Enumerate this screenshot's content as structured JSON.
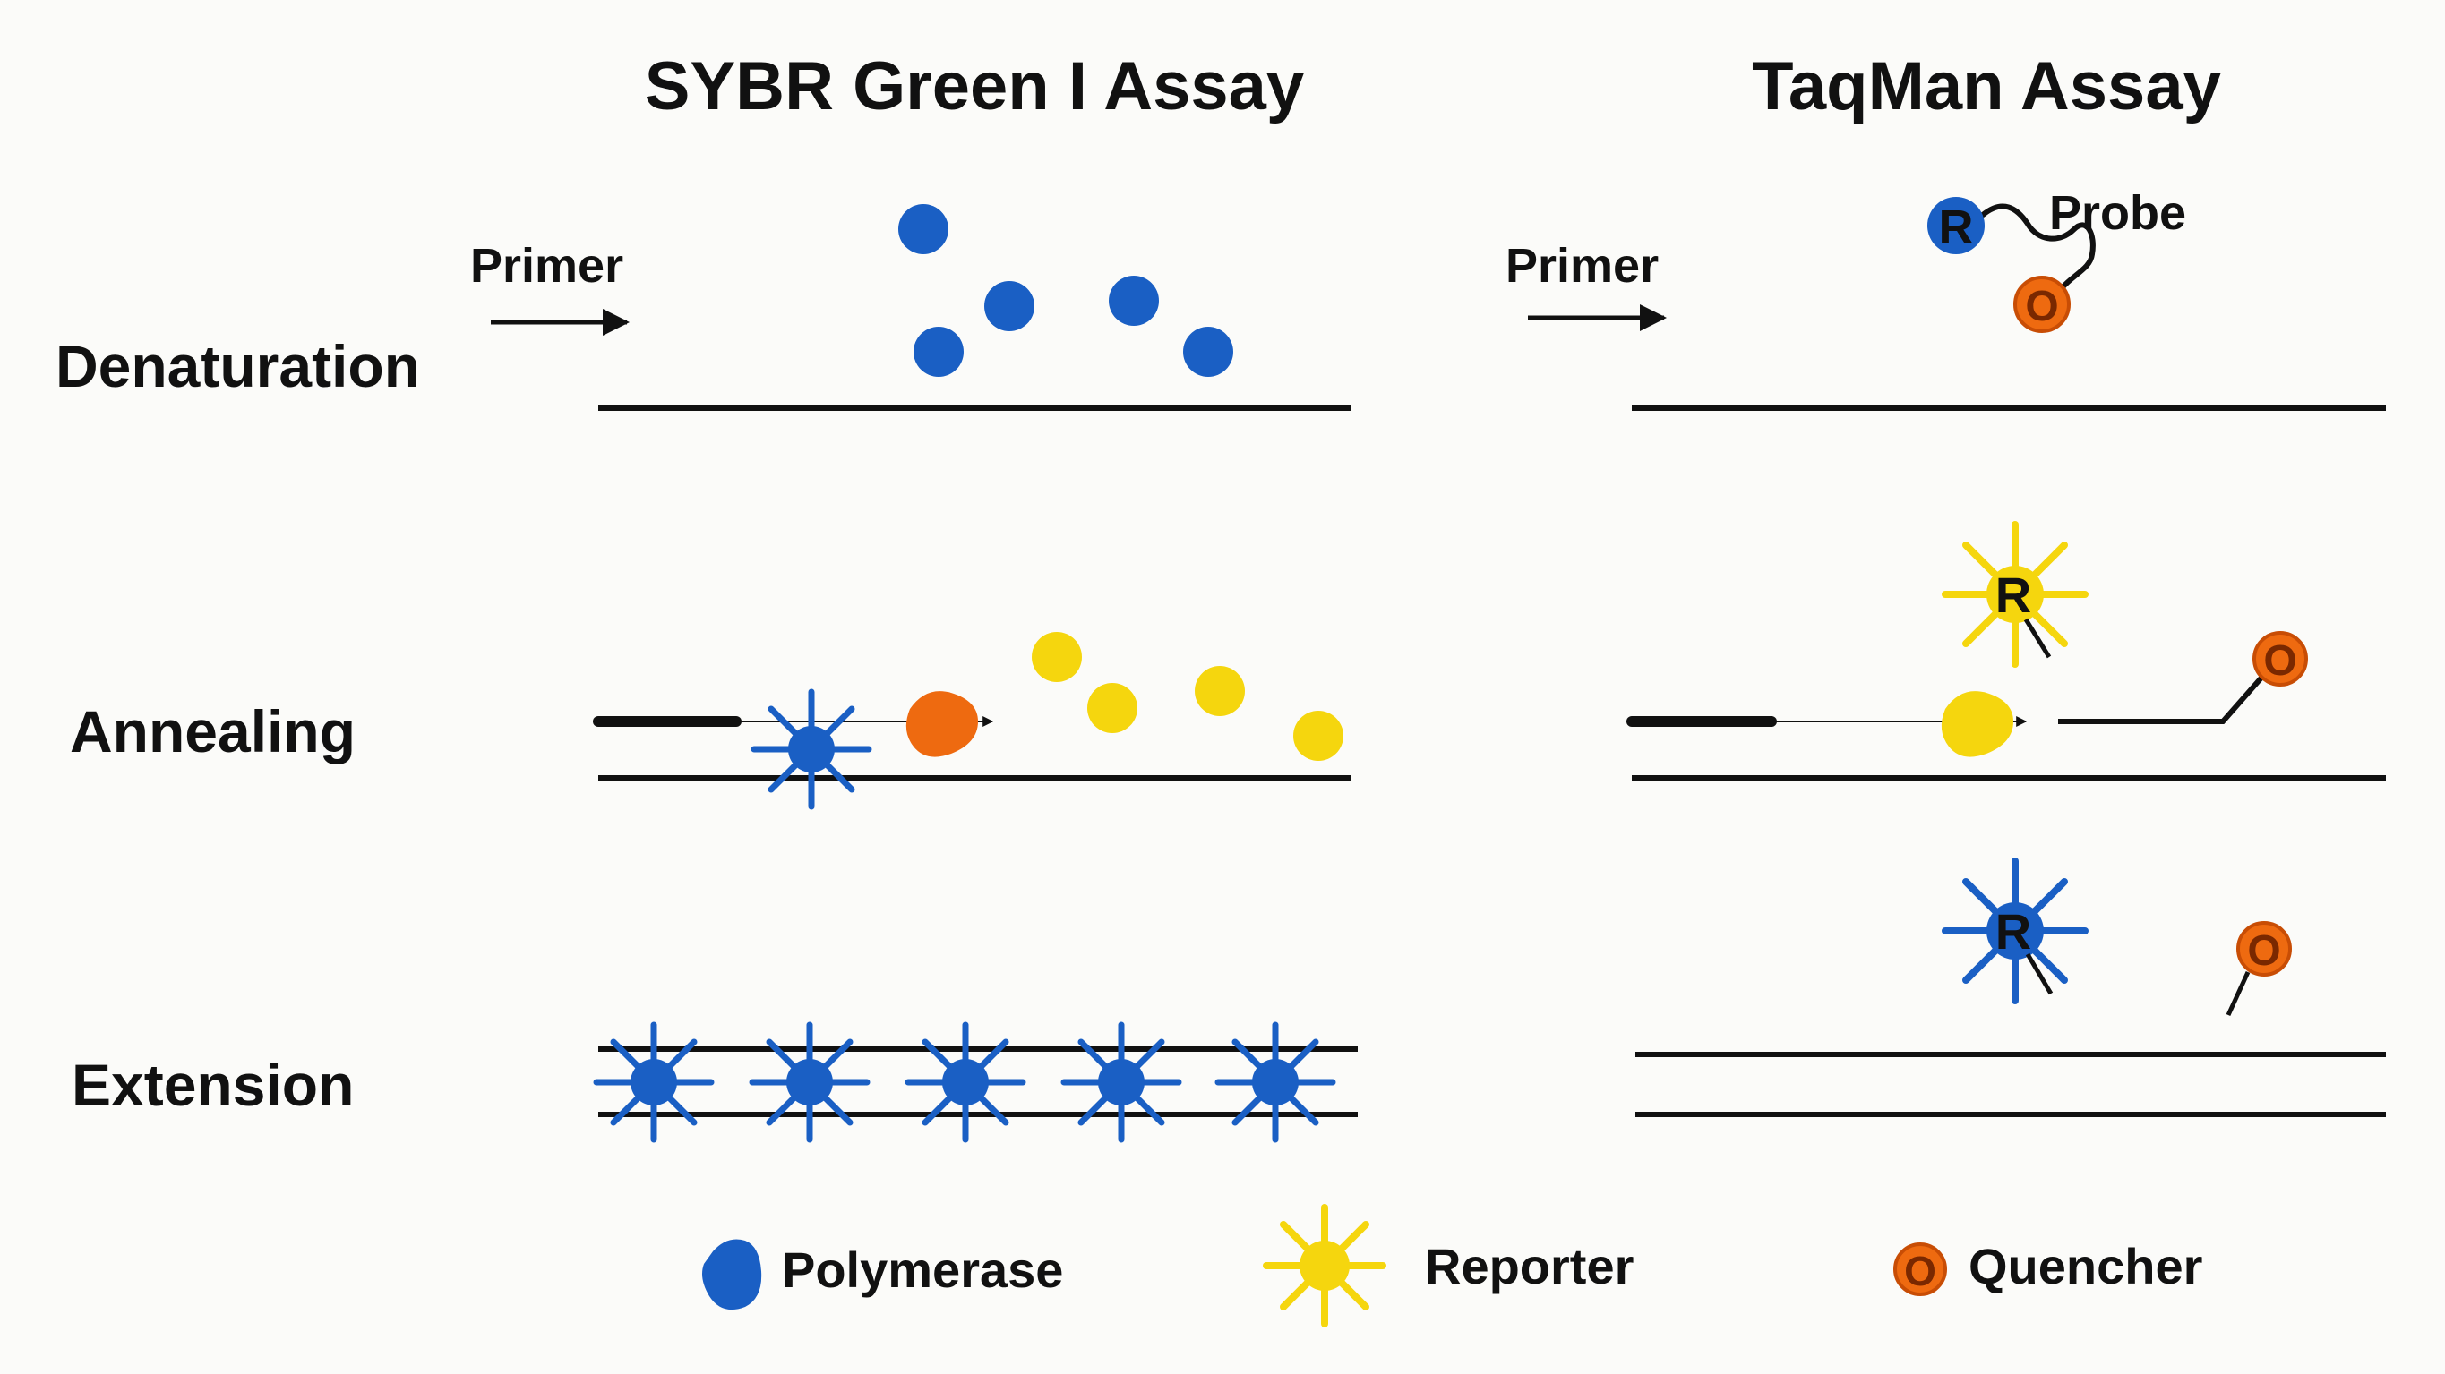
{
  "titles": {
    "sybr": "SYBR Green I Assay",
    "taqman": "TaqMan Assay"
  },
  "stages": {
    "denaturation": "Denaturation",
    "annealing": "Annealing",
    "extension": "Extension"
  },
  "labels": {
    "primer_left": "Primer",
    "primer_right": "Primer",
    "probe": "Probe",
    "reporter_letter": "R",
    "quencher_letter": "O"
  },
  "legend": {
    "polymerase": "Polymerase",
    "reporter": "Reporter",
    "quencher": "Quencher"
  },
  "colors": {
    "blue": "#1a5fc4",
    "yellow": "#f5d60e",
    "orange": "#ee6a10",
    "black": "#111111"
  }
}
